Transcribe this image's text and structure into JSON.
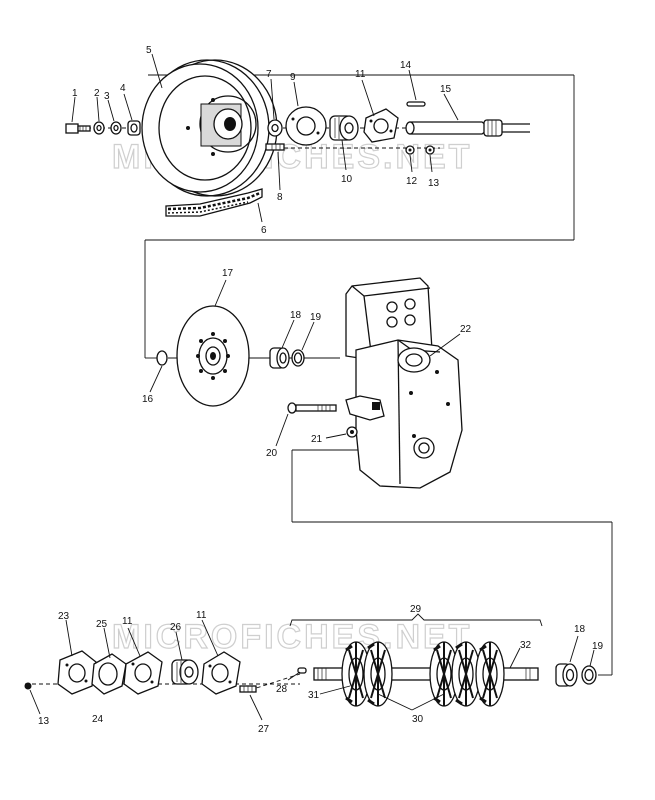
{
  "watermarks": {
    "top": "MICROFICHES.NET",
    "bottom": "MICROFICHES.NET"
  },
  "callouts": {
    "c1": "1",
    "c2": "2",
    "c3": "3",
    "c4": "4",
    "c5": "5",
    "c6": "6",
    "c7": "7",
    "c8": "8",
    "c9": "9",
    "c10": "10",
    "c11a": "11",
    "c12": "12",
    "c13a": "13",
    "c14": "14",
    "c15": "15",
    "c16": "16",
    "c17": "17",
    "c18a": "18",
    "c19a": "19",
    "c20": "20",
    "c21": "21",
    "c22": "22",
    "c23": "23",
    "c24": "24",
    "c25": "25",
    "c11b": "11",
    "c26": "26",
    "c11c": "11",
    "c27": "27",
    "c28": "28",
    "c29": "29",
    "c30": "30",
    "c31": "31",
    "c32": "32",
    "c18b": "18",
    "c19b": "19",
    "c13b": "13"
  }
}
